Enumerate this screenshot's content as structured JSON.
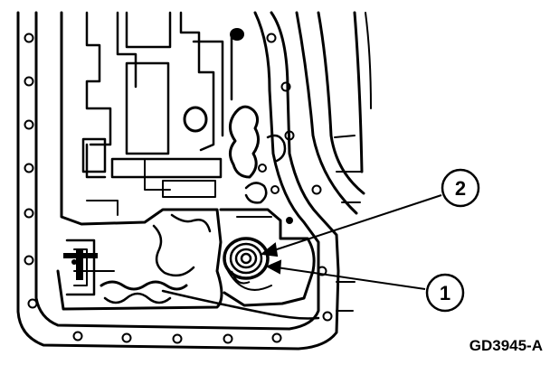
{
  "figure": {
    "callouts": [
      {
        "id": "callout-2",
        "number": "2"
      },
      {
        "id": "callout-1",
        "number": "1"
      }
    ],
    "figure_id": "GD3945-A"
  }
}
